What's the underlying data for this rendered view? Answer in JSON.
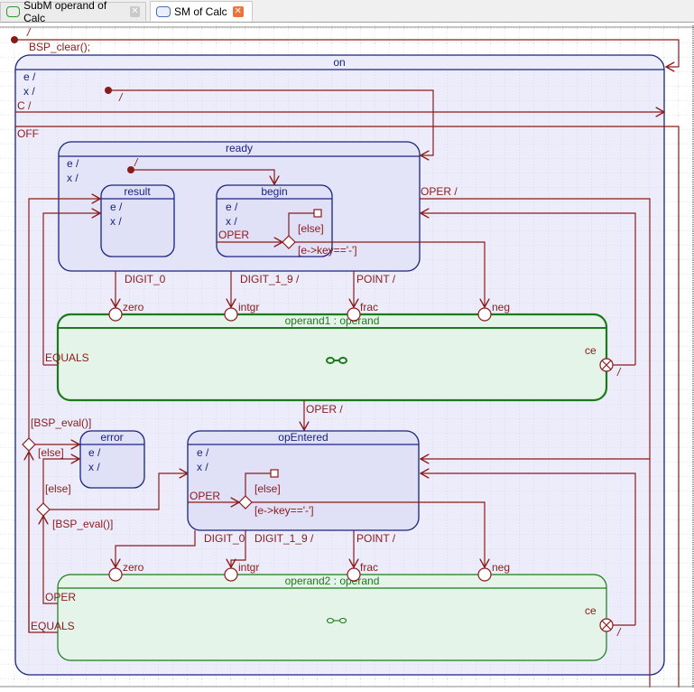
{
  "tabs": [
    {
      "label": "SubM operand of Calc",
      "icon": "submachine-icon",
      "active": false
    },
    {
      "label": "SM of Calc",
      "icon": "state-machine-icon",
      "active": true
    }
  ],
  "colors": {
    "transition": "#8b1a1a",
    "state_border": "#1a237e",
    "state_fill": "#e6e6fa",
    "submachine_border": "#1b7a1b",
    "submachine_fill": "#e6f5ea",
    "label_blue": "#1a237e"
  },
  "diagram": {
    "top_initial": {
      "label": "/",
      "action": "BSP_clear();"
    },
    "on": {
      "name": "on",
      "entry": "e /",
      "exit": "x /",
      "internal_c": "C /",
      "off": "OFF",
      "initial_label": "/"
    },
    "ready": {
      "name": "ready",
      "entry": "e /",
      "exit": "x /",
      "initial_label": "/",
      "oper_exit": "OPER /"
    },
    "result": {
      "name": "result",
      "entry": "e /",
      "exit": "x /"
    },
    "begin": {
      "name": "begin",
      "entry": "e /",
      "exit": "x /",
      "oper": "OPER",
      "else": "[else]",
      "guard": "[e->key=='-']"
    },
    "ready_transitions": {
      "digit0": "DIGIT_0",
      "digit19": "DIGIT_1_9 /",
      "point": "POINT /"
    },
    "operand1": {
      "name": "operand1 : operand",
      "entries": [
        "zero",
        "intgr",
        "frac",
        "neg"
      ],
      "exit": "ce",
      "exit_label": "/",
      "equals": "EQUALS",
      "oper": "OPER /"
    },
    "choice_upper": {
      "guard": "[BSP_eval()]",
      "else": "[else]"
    },
    "choice_lower": {
      "guard": "[BSP_eval()]",
      "else": "[else]"
    },
    "error": {
      "name": "error",
      "entry": "e /",
      "exit": "x /"
    },
    "opEntered": {
      "name": "opEntered",
      "entry": "e /",
      "exit": "x /",
      "oper": "OPER",
      "else": "[else]",
      "guard": "[e->key=='-']"
    },
    "opEntered_transitions": {
      "digit0": "DIGIT_0",
      "digit19": "DIGIT_1_9 /",
      "point": "POINT /"
    },
    "operand2": {
      "name": "operand2 : operand",
      "entries": [
        "zero",
        "intgr",
        "frac",
        "neg"
      ],
      "exit": "ce",
      "exit_label": "/",
      "oper": "OPER",
      "equals": "EQUALS"
    }
  }
}
